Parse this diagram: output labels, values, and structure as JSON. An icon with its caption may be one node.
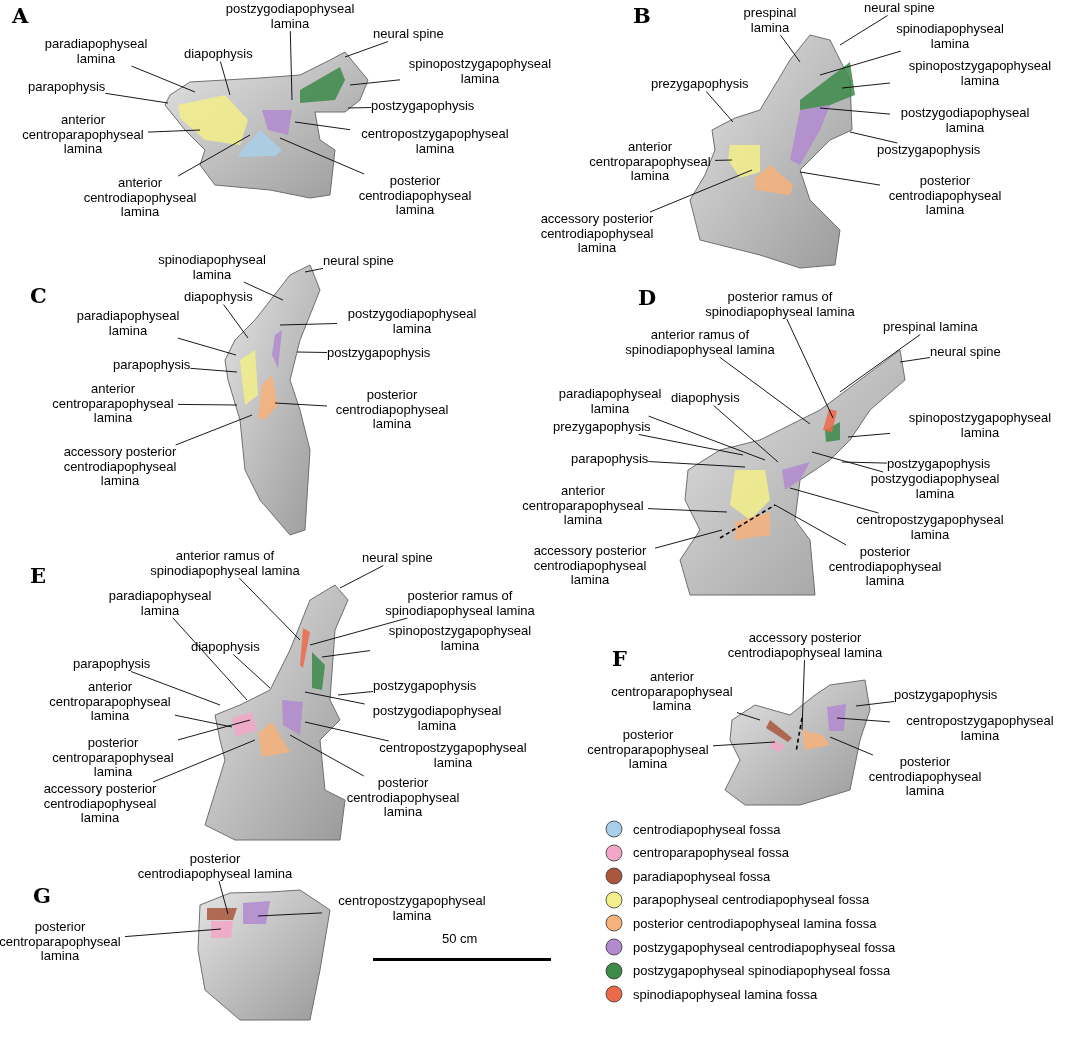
{
  "diagram": {
    "nodes": [
      {
        "text": [
          "postzygodiapophyseal lamina"
        ]
      },
      {
        "text": [
          "neural spine"
        ]
      },
      {
        "text": [
          "paradiapophyseal lamina"
        ]
      },
      {
        "text": [
          "diapophysis"
        ]
      },
      {
        "text": [
          "spinopostzygapophyseal lamina"
        ]
      },
      {
        "text": [
          "parapophysis"
        ]
      },
      {
        "text": [
          "postzygapophysis"
        ]
      },
      {
        "text": [
          "anterior centroparapophyseal lamina"
        ]
      },
      {
        "text": [
          "centropostzygapophyseal lamina"
        ]
      },
      {
        "text": [
          "anterior centrodiapophyseal lamina"
        ]
      },
      {
        "text": [
          "posterior centrodiapophyseal lamina"
        ]
      },
      {
        "text": [
          "prespinal lamina"
        ]
      },
      {
        "text": [
          "neural spine"
        ]
      },
      {
        "text": [
          "spinodiapophyseal lamina"
        ]
      },
      {
        "text": [
          "spinopostzygapophyseal lamina"
        ]
      },
      {
        "text": [
          "prezygapophysis"
        ]
      },
      {
        "text": [
          "postzygodiapophyseal lamina"
        ]
      },
      {
        "text": [
          "anterior centroparapophyseal lamina"
        ]
      },
      {
        "text": [
          "postzygapophysis"
        ]
      },
      {
        "text": [
          "accessory posterior centrodiapophyseal lamina"
        ]
      },
      {
        "text": [
          "posterior centrodiapophyseal lamina"
        ]
      },
      {
        "text": [
          "spinodiapophyseal lamina"
        ]
      },
      {
        "text": [
          "neural spine"
        ]
      },
      {
        "text": [
          "diapophysis"
        ]
      },
      {
        "text": [
          "paradiapophyseal lamina"
        ]
      },
      {
        "text": [
          "postzygodiapophyseal lamina"
        ]
      },
      {
        "text": [
          "postzygapophysis"
        ]
      },
      {
        "text": [
          "parapophysis"
        ]
      },
      {
        "text": [
          "anterior centroparapophyseal lamina"
        ]
      },
      {
        "text": [
          "posterior centrodiapophyseal lamina"
        ]
      },
      {
        "text": [
          "accessory posterior centrodiapophyseal lamina"
        ]
      },
      {
        "text": [
          "posterior ramus of spinodiapophyseal lamina"
        ]
      },
      {
        "text": [
          "prespinal lamina"
        ]
      },
      {
        "text": [
          "anterior ramus of spinodiapophyseal lamina"
        ]
      },
      {
        "text": [
          "neural spine"
        ]
      },
      {
        "text": [
          "paradiapophyseal lamina"
        ]
      },
      {
        "text": [
          "diapophysis"
        ]
      },
      {
        "text": [
          "prezygapophysis"
        ]
      },
      {
        "text": [
          "spinopostzygapophyseal lamina"
        ]
      },
      {
        "text": [
          "parapophysis"
        ]
      },
      {
        "text": [
          "postzygapophysis"
        ]
      },
      {
        "text": [
          "postzygodiapophyseal lamina"
        ]
      },
      {
        "text": [
          "anterior centroparapophyseal lamina"
        ]
      },
      {
        "text": [
          "centropostzygapophyseal lamina"
        ]
      },
      {
        "text": [
          "accessory posterior centrodiapophyseal lamina"
        ]
      },
      {
        "text": [
          "posterior centrodiapophyseal lamina"
        ]
      },
      {
        "text": [
          "anterior ramus of spinodiapophyseal lamina"
        ]
      },
      {
        "text": [
          "neural spine"
        ]
      },
      {
        "text": [
          "paradiapophyseal lamina"
        ]
      },
      {
        "text": [
          "posterior ramus of spinodiapophyseal lamina"
        ]
      },
      {
        "text": [
          "diapophysis"
        ]
      },
      {
        "text": [
          "spinopostzygapophyseal lamina"
        ]
      },
      {
        "text": [
          "parapophysis"
        ]
      },
      {
        "text": [
          "postzygapophysis"
        ]
      },
      {
        "text": [
          "anterior centroparapophyseal lamina"
        ]
      },
      {
        "text": [
          "postzygodiapophyseal lamina"
        ]
      },
      {
        "text": [
          "posterior centroparapophyseal lamina"
        ]
      },
      {
        "text": [
          "centropostzygapophyseal lamina"
        ]
      },
      {
        "text": [
          "accessory posterior centrodiapophyseal lamina"
        ]
      },
      {
        "text": [
          "posterior centrodiapophyseal lamina"
        ]
      },
      {
        "text": [
          "accessory posterior centrodiapophyseal lamina"
        ]
      },
      {
        "text": [
          "anterior centroparapophyseal lamina"
        ]
      },
      {
        "text": [
          "postzygapophysis"
        ]
      },
      {
        "text": [
          "posterior centroparapophyseal lamina"
        ]
      },
      {
        "text": [
          "centropostzygapophyseal lamina"
        ]
      },
      {
        "text": [
          "posterior centrodiapophyseal lamina"
        ]
      },
      {
        "text": [
          "posterior centrodiapophyseal lamina"
        ]
      },
      {
        "text": [
          "centropostzygapophyseal lamina"
        ]
      },
      {
        "text": [
          "posterior centroparapophyseal lamina"
        ]
      }
    ],
    "edges": [
      {
        "from": 0,
        "to": null,
        "arrow": "none"
      },
      {
        "from": 1,
        "to": null,
        "arrow": "none"
      },
      {
        "from": 2,
        "to": null,
        "arrow": "none"
      },
      {
        "from": 3,
        "to": null,
        "arrow": "none"
      },
      {
        "from": 4,
        "to": null,
        "arrow": "none"
      },
      {
        "from": 5,
        "to": null,
        "arrow": "none"
      },
      {
        "from": 6,
        "to": null,
        "arrow": "none"
      },
      {
        "from": 7,
        "to": null,
        "arrow": "none"
      },
      {
        "from": 8,
        "to": null,
        "arrow": "none"
      },
      {
        "from": 9,
        "to": null,
        "arrow": "none"
      },
      {
        "from": 10,
        "to": null,
        "arrow": "none"
      },
      {
        "from": 11,
        "to": null,
        "arrow": "none"
      },
      {
        "from": 12,
        "to": null,
        "arrow": "none"
      },
      {
        "from": 13,
        "to": null,
        "arrow": "none"
      },
      {
        "from": 14,
        "to": null,
        "arrow": "none"
      },
      {
        "from": 15,
        "to": null,
        "arrow": "none"
      },
      {
        "from": 16,
        "to": null,
        "arrow": "none"
      },
      {
        "from": 17,
        "to": null,
        "arrow": "none"
      },
      {
        "from": 18,
        "to": null,
        "arrow": "none"
      },
      {
        "from": 19,
        "to": null,
        "arrow": "none"
      },
      {
        "from": 20,
        "to": null,
        "arrow": "none"
      },
      {
        "from": 21,
        "to": null,
        "arrow": "none"
      },
      {
        "from": 22,
        "to": null,
        "arrow": "none"
      },
      {
        "from": 23,
        "to": null,
        "arrow": "none"
      },
      {
        "from": 24,
        "to": null,
        "arrow": "none"
      },
      {
        "from": 25,
        "to": null,
        "arrow": "none"
      },
      {
        "from": 26,
        "to": null,
        "arrow": "none"
      },
      {
        "from": 27,
        "to": null,
        "arrow": "none"
      },
      {
        "from": 28,
        "to": null,
        "arrow": "none"
      },
      {
        "from": 29,
        "to": null,
        "arrow": "none"
      },
      {
        "from": 30,
        "to": null,
        "arrow": "none"
      },
      {
        "from": 31,
        "to": null,
        "arrow": "none"
      },
      {
        "from": 32,
        "to": null,
        "arrow": "none"
      },
      {
        "from": 33,
        "to": null,
        "arrow": "none"
      },
      {
        "from": 34,
        "to": null,
        "arrow": "none"
      },
      {
        "from": 35,
        "to": null,
        "arrow": "none"
      },
      {
        "from": 36,
        "to": null,
        "arrow": "none"
      },
      {
        "from": 37,
        "to": null,
        "arrow": "none"
      },
      {
        "from": 38,
        "to": null,
        "arrow": "none"
      },
      {
        "from": 39,
        "to": null,
        "arrow": "none"
      },
      {
        "from": 40,
        "to": null,
        "arrow": "none"
      },
      {
        "from": 41,
        "to": null,
        "arrow": "none"
      },
      {
        "from": 42,
        "to": null,
        "arrow": "none"
      },
      {
        "from": 43,
        "to": null,
        "arrow": "none"
      },
      {
        "from": 44,
        "to": null,
        "arrow": "none"
      },
      {
        "from": 45,
        "to": null,
        "arrow": "none"
      },
      {
        "from": 46,
        "to": null,
        "arrow": "none"
      },
      {
        "from": 47,
        "to": null,
        "arrow": "none"
      },
      {
        "from": 48,
        "to": null,
        "arrow": "none"
      },
      {
        "from": 49,
        "to": null,
        "arrow": "none"
      },
      {
        "from": 50,
        "to": null,
        "arrow": "none"
      },
      {
        "from": 51,
        "to": null,
        "arrow": "none"
      },
      {
        "from": 52,
        "to": null,
        "arrow": "none"
      },
      {
        "from": 53,
        "to": null,
        "arrow": "none"
      },
      {
        "from": 54,
        "to": null,
        "arrow": "none"
      },
      {
        "from": 55,
        "to": null,
        "arrow": "none"
      },
      {
        "from": 56,
        "to": null,
        "arrow": "none"
      },
      {
        "from": 57,
        "to": null,
        "arrow": "none"
      },
      {
        "from": 58,
        "to": null,
        "arrow": "none"
      },
      {
        "from": 59,
        "to": null,
        "arrow": "none"
      },
      {
        "from": 60,
        "to": null,
        "arrow": "none"
      },
      {
        "from": 61,
        "to": null,
        "arrow": "none"
      },
      {
        "from": 62,
        "to": null,
        "arrow": "none"
      },
      {
        "from": 63,
        "to": null,
        "arrow": "none"
      },
      {
        "from": 64,
        "to": null,
        "arrow": "none"
      },
      {
        "from": 65,
        "to": null,
        "arrow": "none"
      },
      {
        "from": 66,
        "to": null,
        "arrow": "none"
      },
      {
        "from": 67,
        "to": null,
        "arrow": "none"
      },
      {
        "from": 68,
        "to": null,
        "arrow": "none"
      }
    ],
    "labels": [
      "A",
      "B",
      "C",
      "D",
      "E",
      "F",
      "G",
      "50 cm"
    ],
    "legend": [
      {
        "text": "centrodiapophyseal fossa",
        "color": "#a9cfe8"
      },
      {
        "text": "centroparapophyseal fossa",
        "color": "#f2a7c8"
      },
      {
        "text": "paradiapophyseal fossa",
        "color": "#a9573d"
      },
      {
        "text": "parapophyseal centrodiapophyseal fossa",
        "color": "#f3ef8a"
      },
      {
        "text": "posterior centrodiapophyseal lamina fossa",
        "color": "#f6b27a"
      },
      {
        "text": "postzygapophyseal centrodiapophyseal fossa",
        "color": "#b28ad0"
      },
      {
        "text": "postzygapophyseal spinodiapophyseal fossa",
        "color": "#3d8a4a"
      },
      {
        "text": "spinodiapophyseal lamina fossa",
        "color": "#ec6a4a"
      }
    ]
  }
}
